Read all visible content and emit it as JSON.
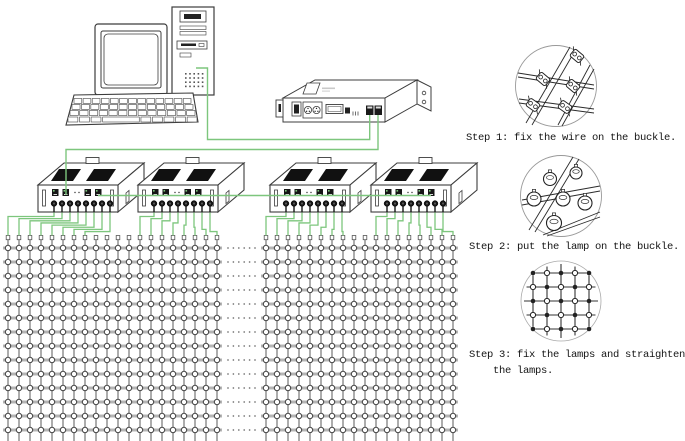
{
  "steps": [
    {
      "text": "Step 1: fix the wire on the buckle."
    },
    {
      "text": "Step 2: put the lamp on the buckle."
    },
    {
      "text": "Step 3: fix the lamps and straighten\n    the lamps."
    }
  ],
  "colors": {
    "wire": "#7dc67d",
    "outline": "#3c3c3c",
    "grid_line": "#6a6a6a",
    "lamp_stroke": "#3e3e3e",
    "port_fill": "#161616",
    "detail_ink": "#2b2b2b",
    "background": "#ffffff"
  }
}
